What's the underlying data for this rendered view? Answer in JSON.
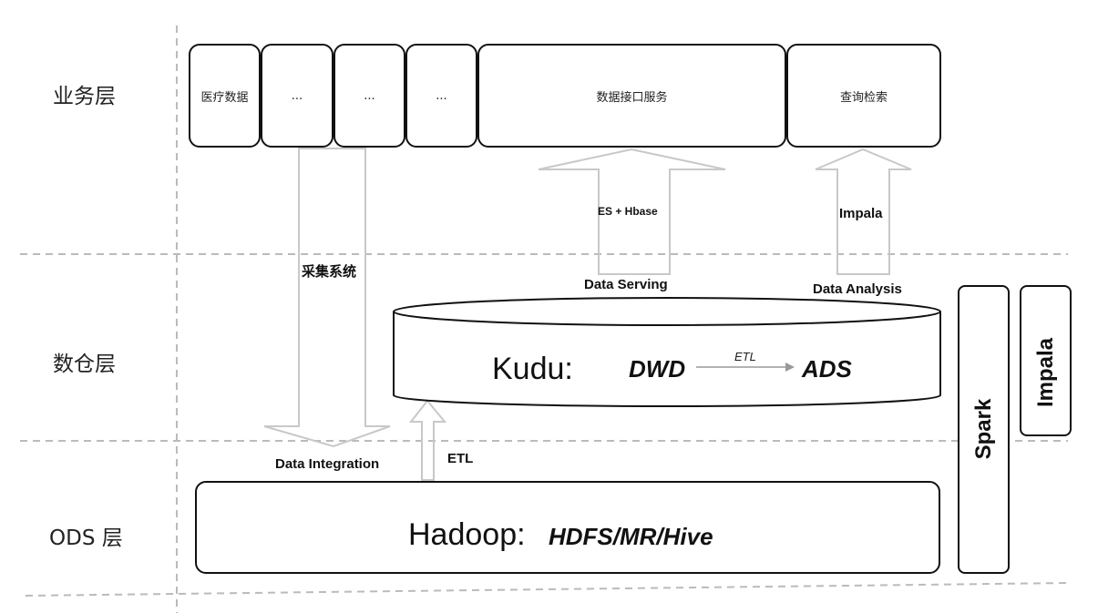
{
  "layers": {
    "business": "业务层",
    "warehouse": "数仓层",
    "ods": "ODS 层"
  },
  "business_boxes": {
    "medical": "医疗数据",
    "ellipsis1": "...",
    "ellipsis2": "...",
    "ellipsis3": "...",
    "data_api": "数据接口服务",
    "query": "查询检索"
  },
  "arrows": {
    "es_hbase": "ES + Hbase",
    "impala": "Impala",
    "collection": "采集系统",
    "etl_up": "ETL",
    "etl_inner": "ETL"
  },
  "labels": {
    "data_serving": "Data Serving",
    "data_analysis": "Data Analysis",
    "data_integration": "Data Integration"
  },
  "kudu": {
    "name": "Kudu:",
    "dwd": "DWD",
    "ads": "ADS"
  },
  "hadoop": {
    "name": "Hadoop:",
    "components": "HDFS/MR/Hive"
  },
  "side": {
    "spark": "Spark",
    "impala": "Impala"
  }
}
